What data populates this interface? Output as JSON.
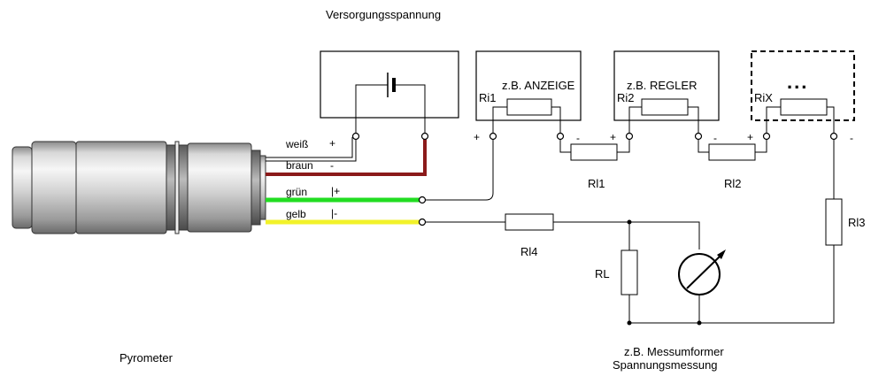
{
  "supply": {
    "title": "Versorgungsspannung"
  },
  "pyrometer": {
    "label": "Pyrometer"
  },
  "wires": [
    {
      "name": "weiß",
      "sign": "+",
      "color": "#ffffff"
    },
    {
      "name": "braun",
      "sign": "-",
      "color": "#8b1a1a"
    },
    {
      "name": "grün",
      "sign": "|+",
      "color": "#22dd22"
    },
    {
      "name": "gelb",
      "sign": "|-",
      "color": "#f2f22a"
    }
  ],
  "devices": [
    {
      "title": "z.B. ANZEIGE",
      "ri": "Ri1"
    },
    {
      "title": "z.B. REGLER",
      "ri": "Ri2"
    },
    {
      "title": "...",
      "ri": "RiX"
    }
  ],
  "resistors": {
    "rl1": "Rl1",
    "rl2": "Rl2",
    "rl3": "Rl3",
    "rl4": "Rl4",
    "rl": "RL"
  },
  "signs": {
    "plus": "+",
    "minus": "-"
  },
  "converter": {
    "line1": "z.B. Messumformer",
    "line2": "Spannungsmessung"
  },
  "colors": {
    "wire_brown": "#8b1a1a",
    "wire_green": "#22dd22",
    "wire_yellow": "#f2f22a",
    "line": "#000000"
  }
}
